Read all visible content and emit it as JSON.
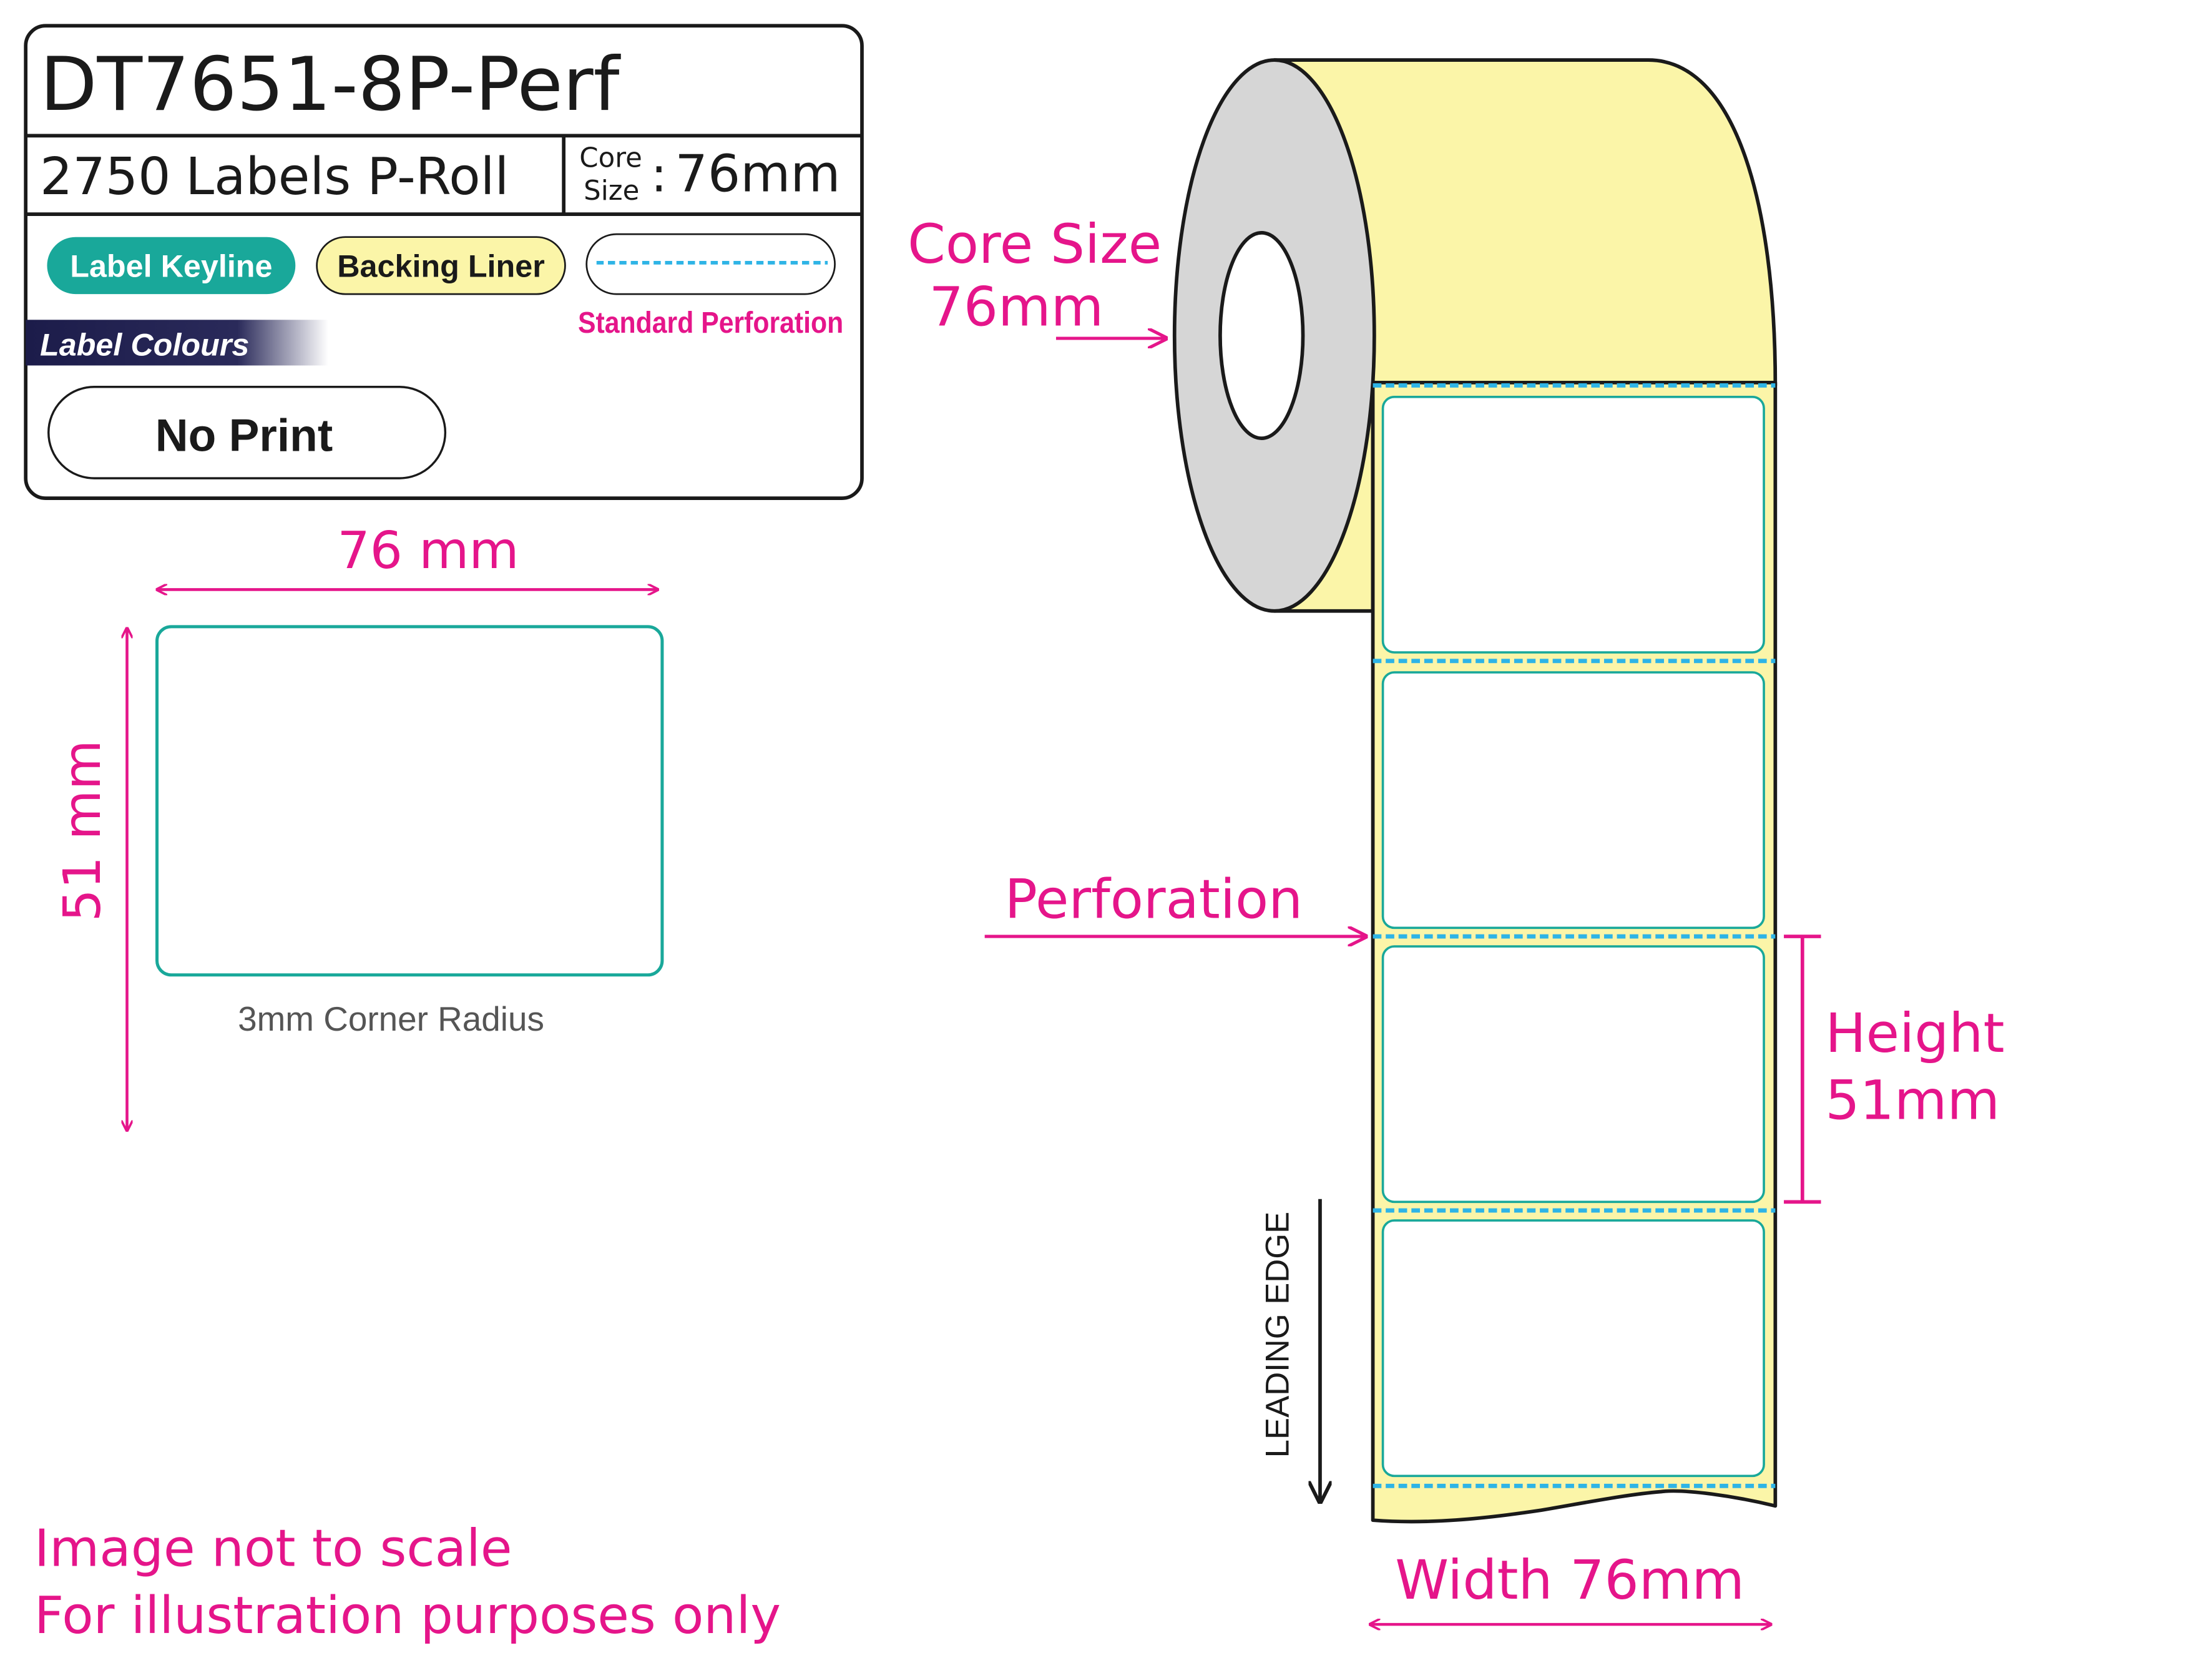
{
  "product_code": "DT7651-8P-Perf",
  "labels_per_roll": "2750",
  "labels_unit": "Labels P-Roll",
  "core_label_top": "Core",
  "core_label_bottom": "Size",
  "core_separator": ":",
  "core_value": "76mm",
  "legend": {
    "keyline_label": "Label Keyline",
    "liner_label": "Backing Liner",
    "perforation_label": "Standard Perforation",
    "colours_header": "Label Colours"
  },
  "print_option": "No Print",
  "label_diagram": {
    "width_label": "76 mm",
    "height_label": "51 mm",
    "corner_note": "3mm Corner Radius"
  },
  "roll_diagram": {
    "core_size_label": "Core Size",
    "core_size_value": "76mm",
    "perforation_label": "Perforation",
    "height_label": "Height",
    "height_value": "51mm",
    "leading_edge_label": "LEADING EDGE",
    "width_label": "Width 76mm"
  },
  "disclaimer_line1": "Image not to scale",
  "disclaimer_line2": "For illustration purposes only",
  "colors": {
    "keyline": "#19a89a",
    "liner": "#fbf5a8",
    "perforation": "#2eb4e6",
    "annotation": "#e5158a",
    "core_grey": "#d6d6d6",
    "text_dark": "#1a1a1a",
    "header_navy": "#1c1c4a"
  }
}
